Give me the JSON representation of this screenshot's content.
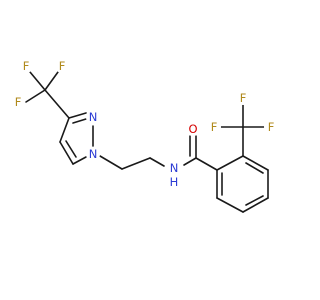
{
  "colors": {
    "carbon": "#1a1a1a",
    "nitrogen": "#2b3bd4",
    "oxygen": "#d40000",
    "fluorine": "#b08a1c",
    "background": "#ffffff"
  },
  "atoms": {
    "pyrazole_n_top": "N",
    "pyrazole_n_ring": "N",
    "amide_n": "N",
    "amide_h": "H",
    "carbonyl_o": "O",
    "left_cf3_f1": "F",
    "left_cf3_f2": "F",
    "left_cf3_f3": "F",
    "right_cf3_f1": "F",
    "right_cf3_f2": "F",
    "right_cf3_f3": "F"
  }
}
